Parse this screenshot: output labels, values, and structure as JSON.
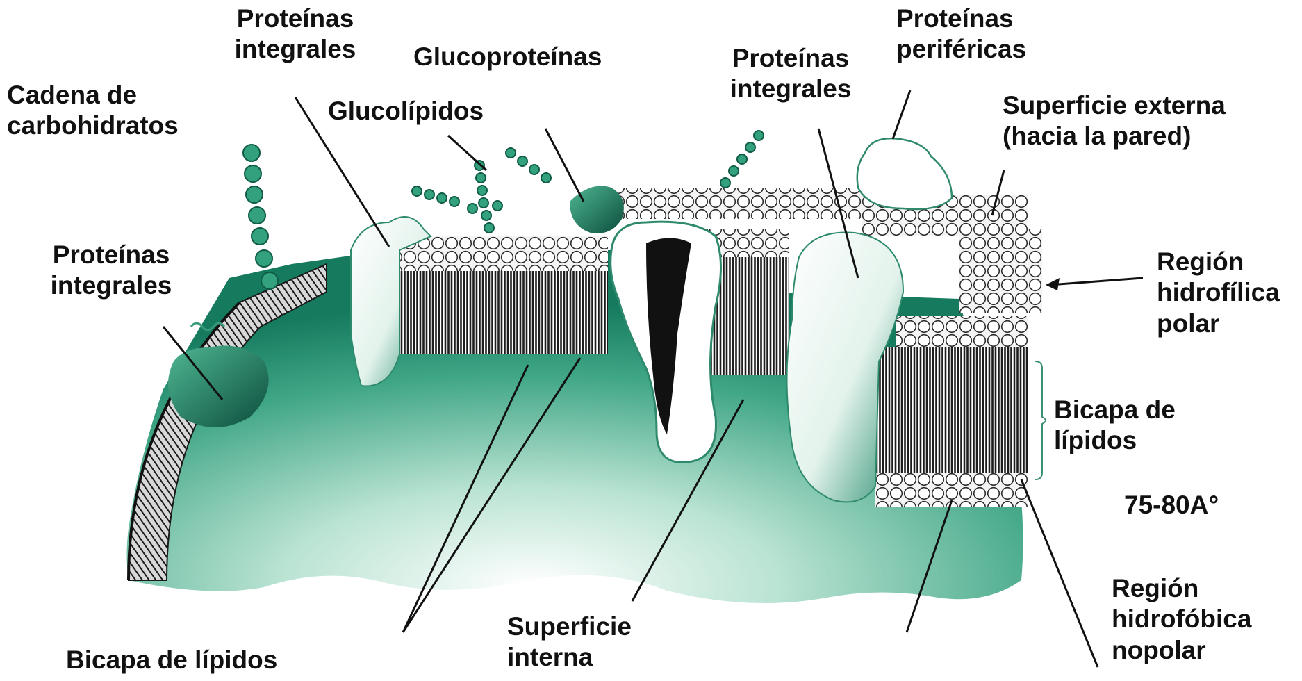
{
  "colors": {
    "membrane_teal": "#1f8a6b",
    "membrane_light": "#e9f6f0",
    "membrane_dark": "#0d4f3f",
    "chain_green": "#2fa07a",
    "tail_dark": "#2a2a2a",
    "label_text": "#111111"
  },
  "labels": {
    "cadena_carbohidratos": [
      "Cadena de",
      "carbohidratos"
    ],
    "proteinas_integrales_top": [
      "Proteínas",
      "integrales"
    ],
    "glucoproteinas": "Glucoproteínas",
    "glucolipidos": "Glucolípidos",
    "proteinas_integrales_mid": [
      "Proteínas",
      "integrales"
    ],
    "proteinas_perifericas": [
      "Proteínas",
      "periféricas"
    ],
    "superficie_externa": [
      "Superficie externa",
      "(hacia la pared)"
    ],
    "proteinas_integrales_left": [
      "Proteínas",
      "integrales"
    ],
    "region_hidrofilica": [
      "Región",
      "hidrofílica",
      "polar"
    ],
    "bicapa_lipidos_right": [
      "Bicapa de",
      "lípidos"
    ],
    "espesor": "75-80A°",
    "region_hidrofobica": [
      "Región",
      "hidrofóbica",
      "nopolar"
    ],
    "bicapa_lipidos_bottom": "Bicapa de lípidos",
    "superficie_interna": [
      "Superficie",
      "interna"
    ]
  }
}
